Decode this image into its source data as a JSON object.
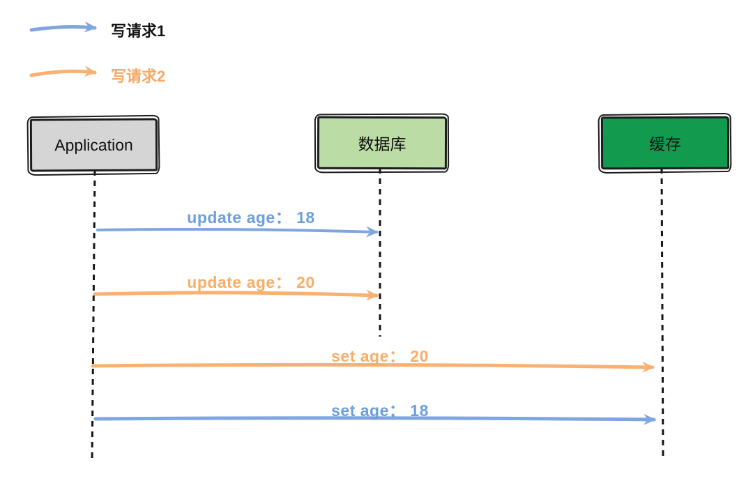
{
  "colors": {
    "blue": "#7fa6e0",
    "orange": "#f9b173",
    "ink": "#1c1c1c",
    "app_fill": "#d5d5d5",
    "database_fill": "#bcdca6",
    "cache_fill": "#129a4e"
  },
  "legend": [
    {
      "label": "写请求1",
      "color": "#141414",
      "arrow_color": "#7fa6e0"
    },
    {
      "label": "写请求2",
      "color": "#f9a863",
      "arrow_color": "#f9b173"
    }
  ],
  "actors": [
    {
      "id": "application",
      "label": "Application"
    },
    {
      "id": "database",
      "label": "数据库"
    },
    {
      "id": "cache",
      "label": "缓存"
    }
  ],
  "messages": [
    {
      "label": "update age： 18",
      "from": "application",
      "to": "database",
      "color": "#7fa6e0",
      "request": "写请求1"
    },
    {
      "label": "update age： 20",
      "from": "application",
      "to": "database",
      "color": "#f9b173",
      "request": "写请求2"
    },
    {
      "label": "set age： 20",
      "from": "application",
      "to": "cache",
      "color": "#f9b173",
      "request": "写请求2"
    },
    {
      "label": "set age： 18",
      "from": "application",
      "to": "cache",
      "color": "#7fa6e0",
      "request": "写请求1"
    }
  ]
}
